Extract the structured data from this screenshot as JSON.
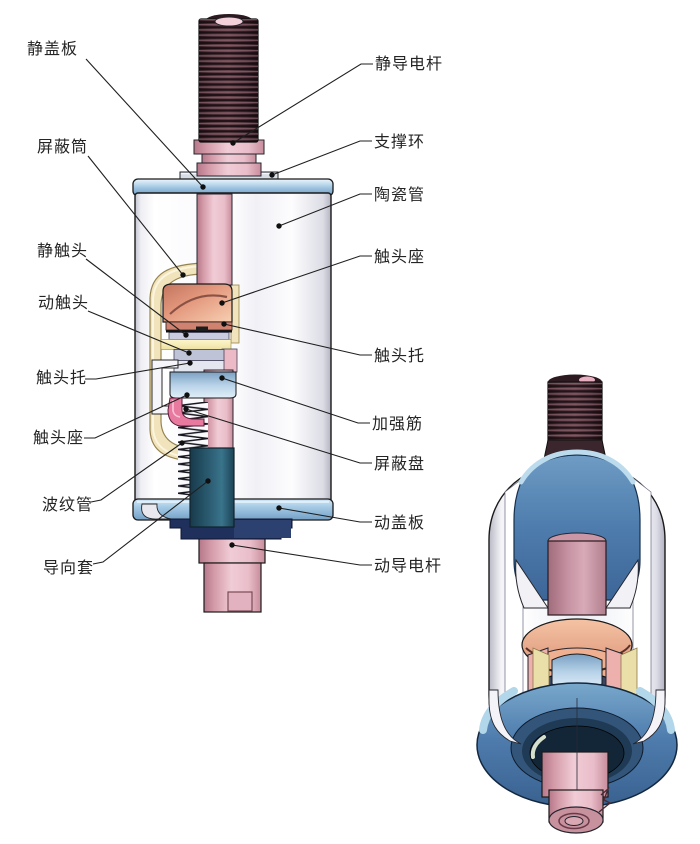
{
  "labels": {
    "left": [
      {
        "text": "静盖板"
      },
      {
        "text": "屏蔽筒"
      },
      {
        "text": "静触头"
      },
      {
        "text": "动触头"
      },
      {
        "text": "触头托"
      },
      {
        "text": "触头座"
      },
      {
        "text": "波纹管"
      },
      {
        "text": "导向套"
      }
    ],
    "right": [
      {
        "text": "静导电杆"
      },
      {
        "text": "支撑环"
      },
      {
        "text": "陶瓷管"
      },
      {
        "text": "触头座"
      },
      {
        "text": "触头托"
      },
      {
        "text": "加强筋"
      },
      {
        "text": "屏蔽盘"
      },
      {
        "text": "动盖板"
      },
      {
        "text": "动导电杆"
      }
    ]
  },
  "colors": {
    "background": "#ffffff",
    "label_text": "#242424",
    "leader_line": "#1f1f1f",
    "ceramic_white": "#ffffff",
    "cover_plate_blue": "#8fb9d9",
    "cover_plate_blue_light": "#d9ebf6",
    "conductive_rod_pink": "#e8b6c0",
    "thread_brown": "#452e34",
    "shield_cylinder_yellow": "#f1e4bd",
    "contact_salmon": "#e59a82",
    "contact_lavender": "#c6c9de",
    "reinforce_rib_blue": "#9fbdd8",
    "shield_disc_magenta": "#e87aa0",
    "guide_sleeve_teal": "#24505f",
    "flange_navy": "#20305c",
    "iso_dome_blue": "#4f7dae"
  }
}
